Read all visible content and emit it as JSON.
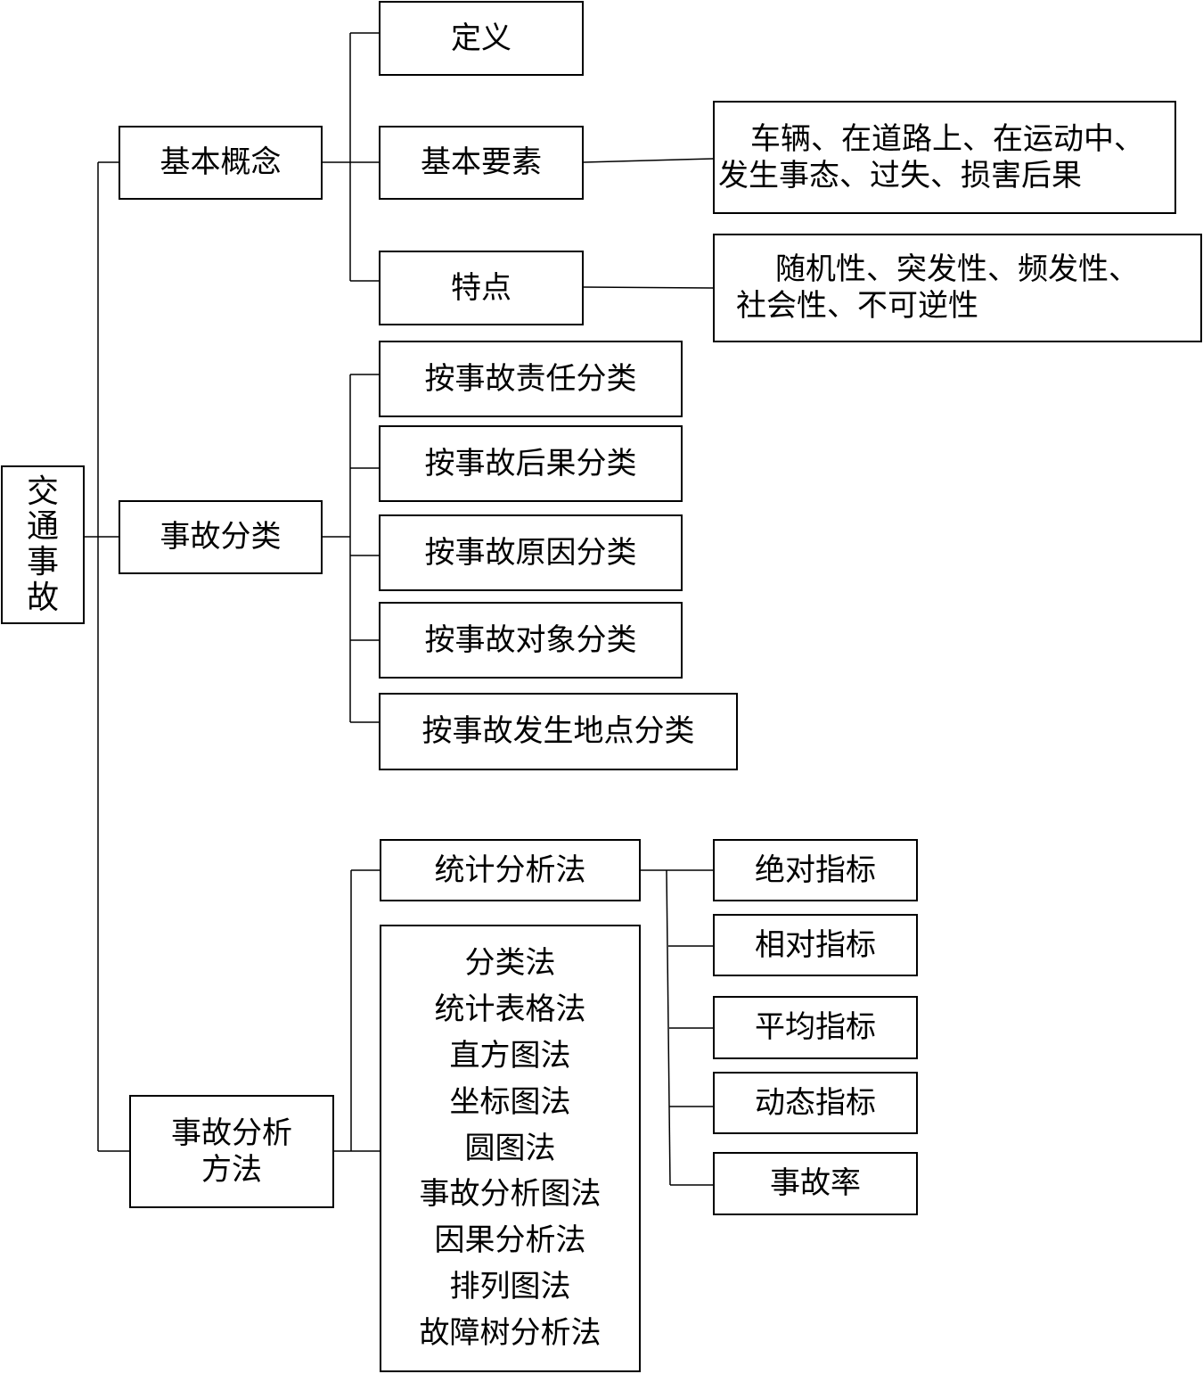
{
  "root": {
    "chars": [
      "交",
      "通",
      "事",
      "故"
    ]
  },
  "concept": {
    "label": "基本概念",
    "definition": "定义",
    "elements": "基本要素",
    "elements_desc": [
      "车辆、在道路上、在运动中、",
      "发生事态、过失、损害后果"
    ],
    "traits": "特点",
    "traits_desc": [
      "随机性、突发性、频发性、",
      "社会性、不可逆性"
    ]
  },
  "classification": {
    "label": "事故分类",
    "items": [
      "按事故责任分类",
      "按事故后果分类",
      "按事故原因分类",
      "按事故对象分类",
      "按事故发生地点分类"
    ]
  },
  "analysis": {
    "label_lines": [
      "事故分析",
      "方法"
    ],
    "statistical": "统计分析法",
    "methods": [
      "分类法",
      "统计表格法",
      "直方图法",
      "坐标图法",
      "圆图法",
      "事故分析图法",
      "因果分析法",
      "排列图法",
      "故障树分析法"
    ],
    "indicators": [
      "绝对指标",
      "相对指标",
      "平均指标",
      "动态指标",
      "事故率"
    ]
  }
}
